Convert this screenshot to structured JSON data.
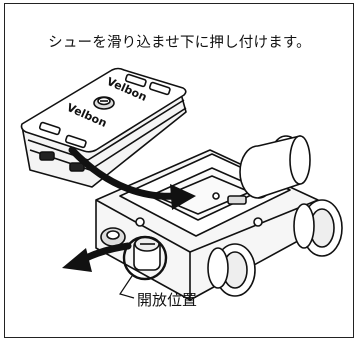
{
  "instruction": "シューを滑り込ませ下に押し付けます。",
  "plate_brand": "Velbon",
  "callout_label": "開放位置",
  "colors": {
    "ink": "#111111",
    "background": "#ffffff"
  }
}
